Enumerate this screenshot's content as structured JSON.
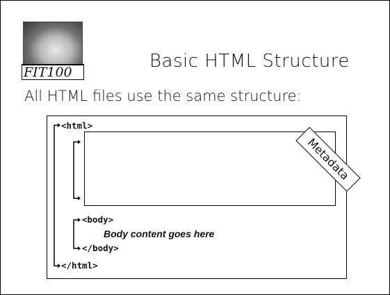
{
  "logo": {
    "caption": "FIT100"
  },
  "slide": {
    "title": "Basic HTML Structure",
    "subtitle": "All HTML files use the same structure:"
  },
  "diagram": {
    "html_open": "<html>",
    "metadata_label": "Metadata",
    "body_open": "<body>",
    "body_content": "Body content goes here",
    "body_close": "</body>",
    "html_close": "</html>"
  }
}
